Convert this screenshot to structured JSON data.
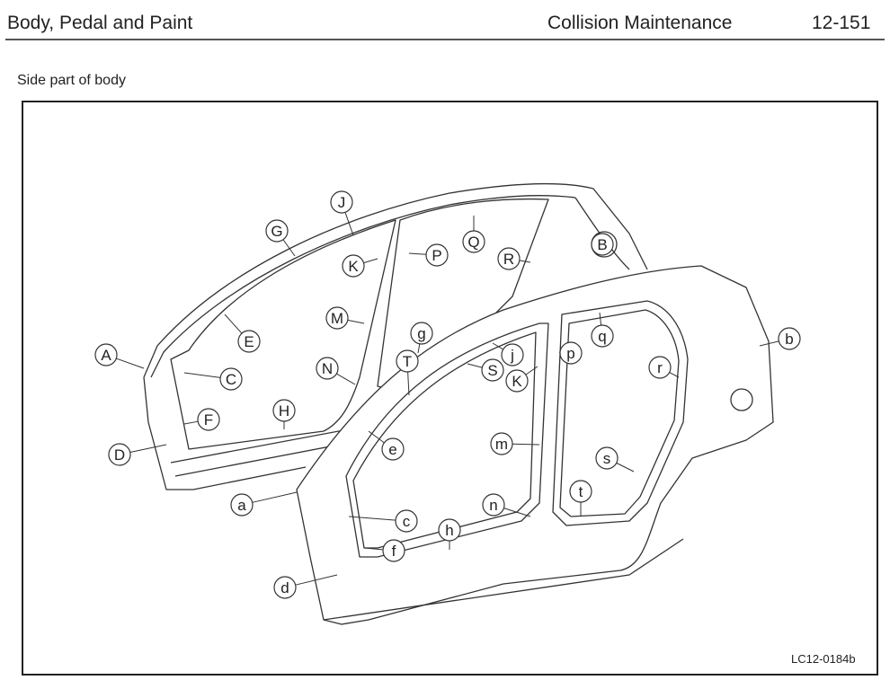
{
  "header": {
    "section": "Body, Pedal and Paint",
    "chapter": "Collision Maintenance",
    "page": "12-151"
  },
  "subtitle": "Side part of body",
  "figure": {
    "code": "LC12-0184b",
    "callouts": [
      "A",
      "B",
      "C",
      "D",
      "E",
      "F",
      "G",
      "H",
      "J",
      "K",
      "M",
      "N",
      "P",
      "Q",
      "R",
      "T",
      "g",
      "j",
      "S",
      "K",
      "p",
      "q",
      "b",
      "r",
      "e",
      "m",
      "s",
      "a",
      "c",
      "n",
      "t",
      "h",
      "f",
      "d"
    ]
  }
}
